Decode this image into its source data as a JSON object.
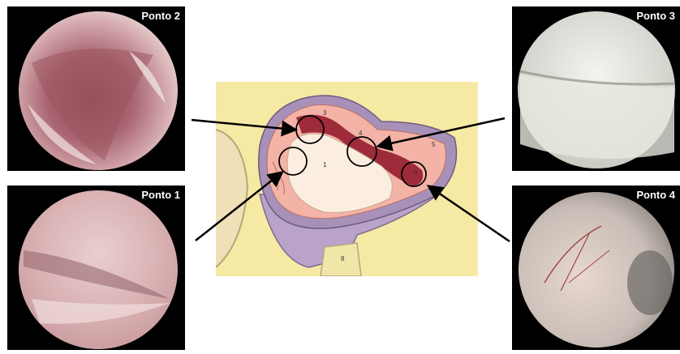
{
  "endoscopic_views": [
    {
      "id": "p1",
      "label": "Ponto 1"
    },
    {
      "id": "p2",
      "label": "Ponto 2"
    },
    {
      "id": "p3",
      "label": "Ponto 3"
    },
    {
      "id": "p4",
      "label": "Ponto 4"
    }
  ],
  "diagram": {
    "region_numbers": [
      "1",
      "3",
      "4",
      "5",
      "6",
      "8"
    ]
  },
  "colors": {
    "background": "#ffffff",
    "frame": "#000000",
    "label": "#ffffff",
    "cartilage_red": "#9e2b3a",
    "synovial_pink": "#f3b3a6",
    "bone_cream": "#fbeee0",
    "capsule_purple": "#b9a3c9",
    "backdrop_yellow": "#f6e9a3"
  }
}
